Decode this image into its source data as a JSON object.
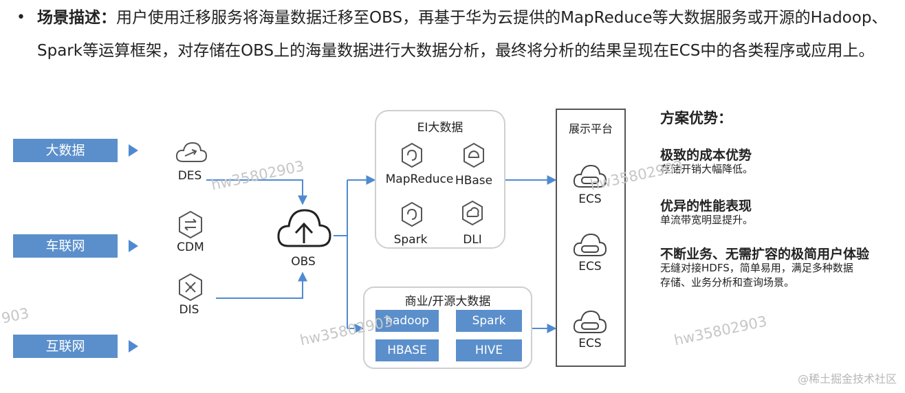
{
  "intro": {
    "bullet": "•",
    "label": "场景描述：",
    "text": "用户使用迁移服务将海量数据迁移至OBS，再基于华为云提供的MapReduce等大数据服务或开源的Hadoop、Spark等运算框架，对存储在OBS上的海量数据进行大数据分析，最终将分析的结果呈现在ECS中的各类程序或应用上。"
  },
  "sources": [
    "大数据",
    "车联网",
    "互联网"
  ],
  "migration": [
    "DES",
    "CDM",
    "DIS"
  ],
  "obs": "OBS",
  "ei": {
    "title": "EI大数据",
    "items": [
      "MapReduce",
      "HBase",
      "Spark",
      "DLI"
    ]
  },
  "oss": {
    "title": "商业/开源大数据",
    "items": [
      "hadoop",
      "Spark",
      "HBASE",
      "HIVE"
    ]
  },
  "display": {
    "title": "展示平台",
    "items": [
      "ECS",
      "ECS",
      "ECS"
    ]
  },
  "advantages": {
    "title": "方案优势：",
    "items": [
      {
        "heading": "极致的成本优势",
        "desc": [
          "存储开销大幅降低。"
        ]
      },
      {
        "heading": "优异的性能表现",
        "desc": [
          "单流带宽明显提升。"
        ]
      },
      {
        "heading": "不断业务、无需扩容的极简用户体验",
        "desc": [
          "无缝对接HDFS，简单易用，满足多种数据",
          "存储、业务分析和查询场景。"
        ]
      }
    ]
  },
  "watermarks": [
    "hw35802903",
    "hw35802903",
    "hw35802903",
    "hw35802903",
    "903"
  ],
  "footer": "@稀土掘金技术社区",
  "colors": {
    "accent": "#5b8fcb",
    "arrow": "#4f8ad0",
    "panel_border": "#cfcfcf"
  }
}
